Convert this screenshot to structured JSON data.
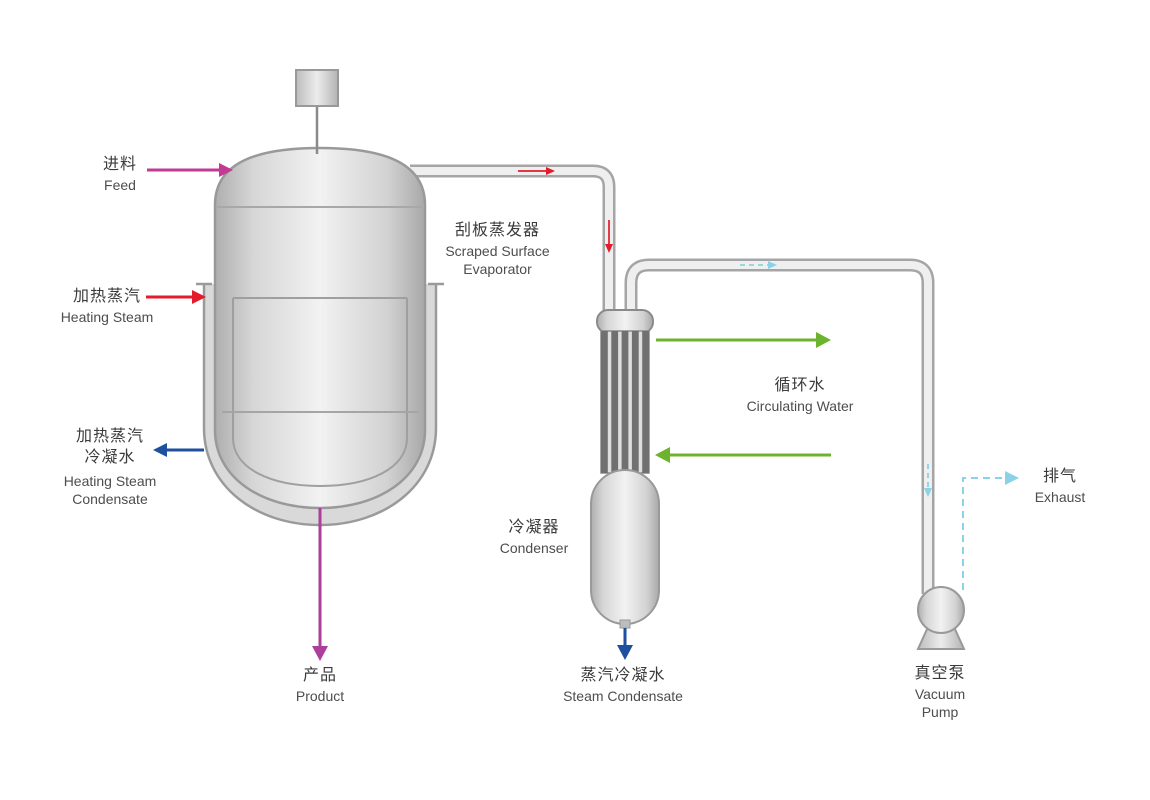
{
  "colors": {
    "feed": "#c23a93",
    "product": "#ab3f9b",
    "heating_steam": "#e41b2c",
    "condensate": "#1f4f9f",
    "circulating_water": "#6cb32e",
    "vacuum_exhaust": "#8bd2e6",
    "equipment_gray": "#cfcfcf",
    "pipe_outline": "#a5a5a5",
    "text_primary": "#3b3b3b",
    "text_secondary": "#4d4d4d"
  },
  "labels": {
    "feed": {
      "zh": "进料",
      "en": "Feed"
    },
    "heating_steam": {
      "zh": "加热蒸汽",
      "en": "Heating Steam"
    },
    "heating_steam_condensate": {
      "zh_line1": "加热蒸汽",
      "zh_line2": "冷凝水",
      "en_line1": "Heating Steam",
      "en_line2": "Condensate"
    },
    "product": {
      "zh": "产品",
      "en": "Product"
    },
    "evaporator": {
      "zh": "刮板蒸发器",
      "en_line1": "Scraped Surface",
      "en_line2": "Evaporator"
    },
    "circulating_water": {
      "zh": "循环水",
      "en": "Circulating Water"
    },
    "condenser": {
      "zh": "冷凝器",
      "en": "Condenser"
    },
    "steam_condensate": {
      "zh": "蒸汽冷凝水",
      "en": "Steam Condensate"
    },
    "exhaust": {
      "zh": "排气",
      "en": "Exhaust"
    },
    "vacuum_pump": {
      "zh": "真空泵",
      "en_line1": "Vacuum",
      "en_line2": "Pump"
    }
  }
}
